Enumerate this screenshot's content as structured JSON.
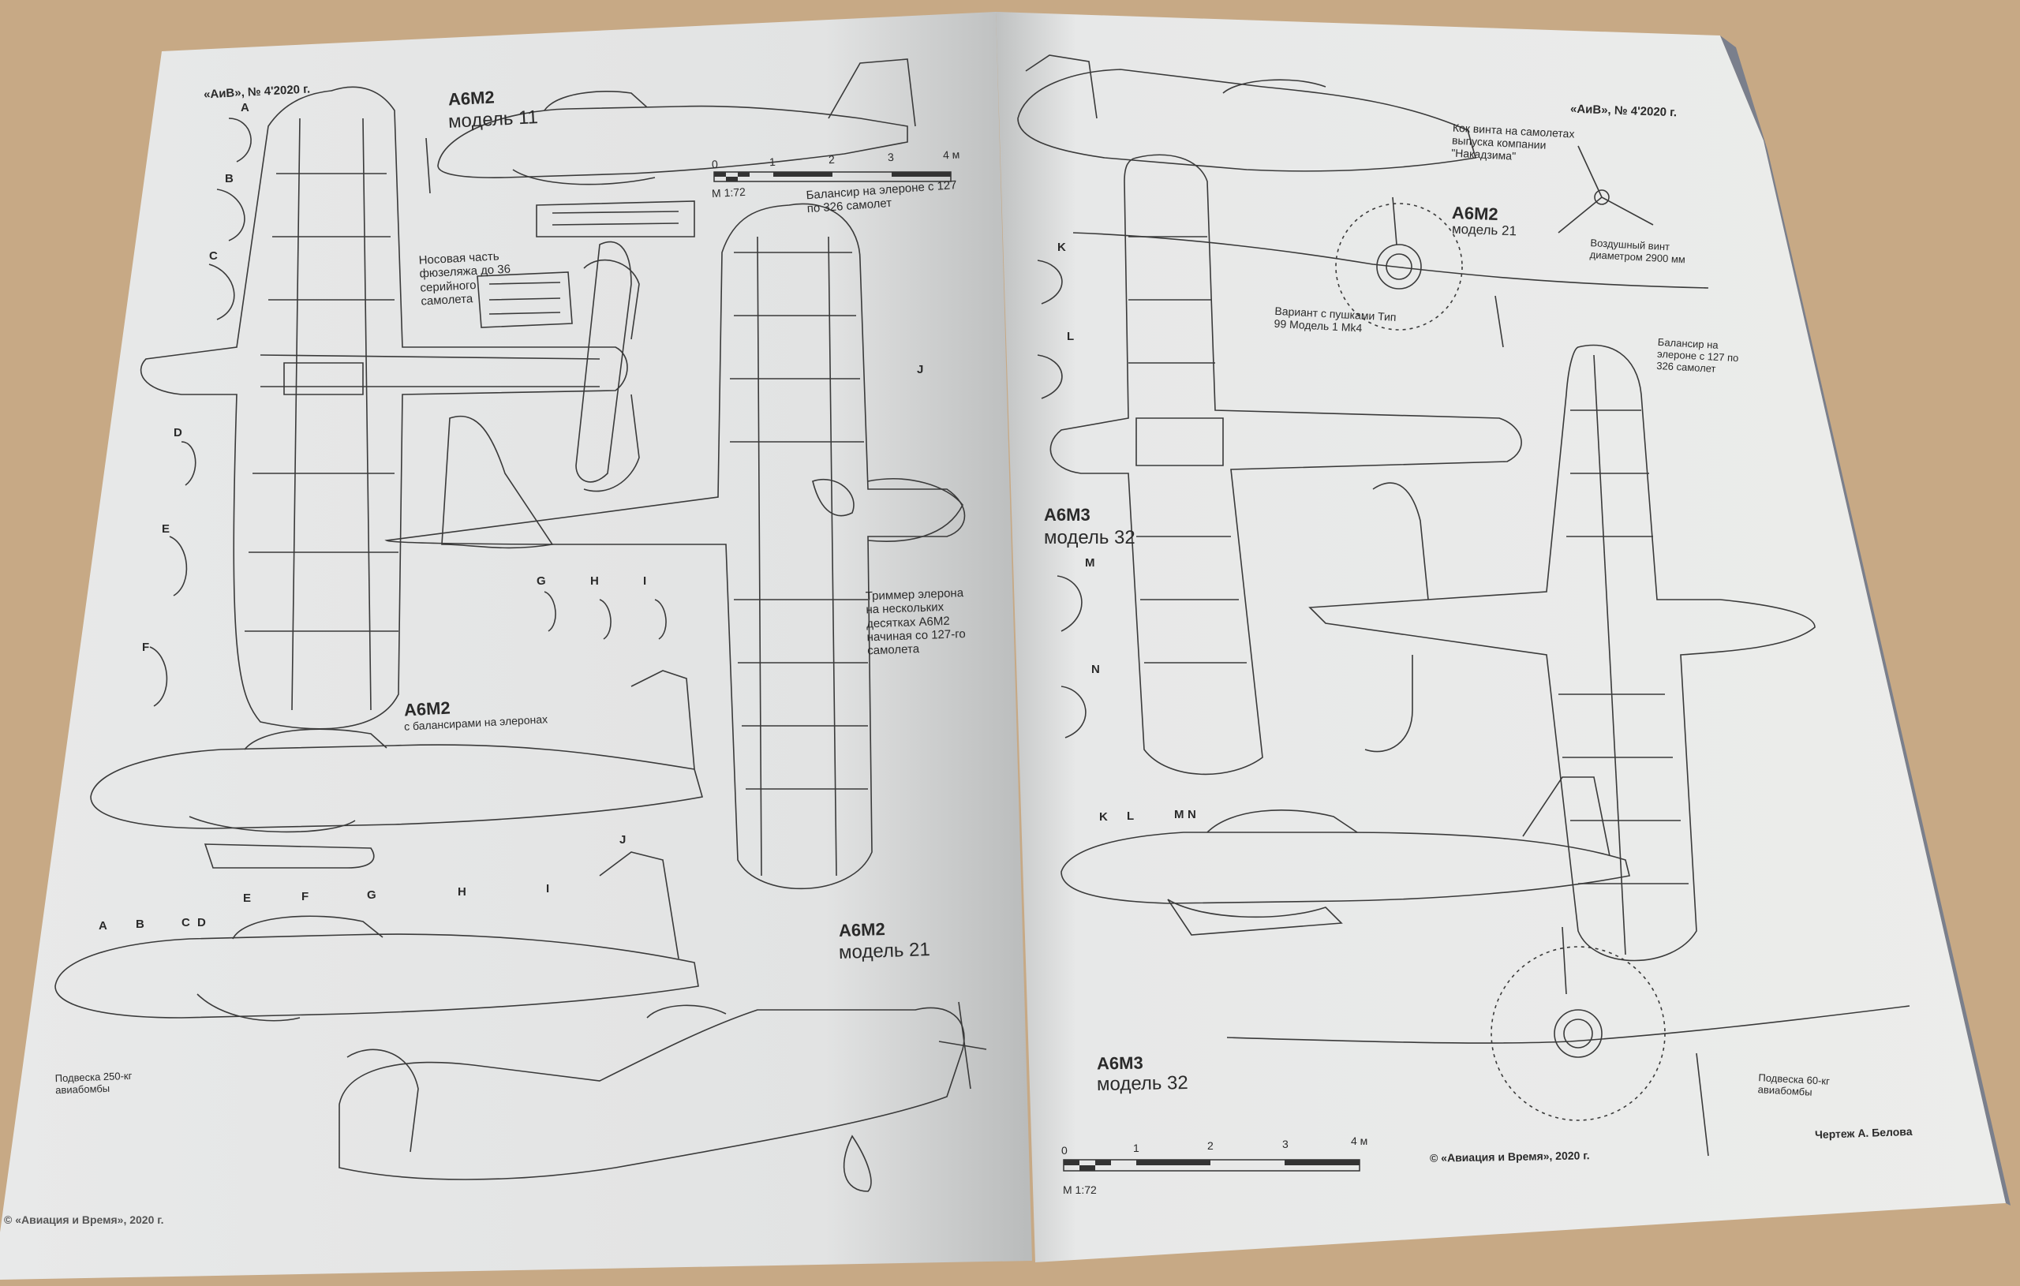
{
  "left_page": {
    "header": "«АиВ», № 4'2020 г.",
    "titles": [
      {
        "code": "A6M2",
        "sub": "модель 11"
      },
      {
        "code": "A6M2",
        "sub": "с балансирами на элеронах"
      },
      {
        "code": "A6M2",
        "sub": "модель 21"
      }
    ],
    "scale": {
      "ticks": [
        "0",
        "1",
        "2",
        "3",
        "4 м"
      ],
      "label": "М 1:72"
    },
    "notes": {
      "aileron_balance": "Балансир на элероне с 127 по 326 самолет",
      "nose_section": "Носовая часть фюзеляжа до 36 серийного самолета",
      "aileron_trim": "Триммер элерона на нескольких десятках A6M2 начиная со 127-го самолета",
      "bomb_250": "Подвеска 250-кг авиабомбы"
    },
    "section_letters": [
      "A",
      "B",
      "C",
      "D",
      "E",
      "F",
      "G",
      "H",
      "I",
      "J"
    ],
    "station_labels": [
      "A",
      "B",
      "C",
      "D",
      "E",
      "F",
      "G",
      "H",
      "I",
      "J"
    ],
    "footer": "© «Авиация и Время», 2020 г."
  },
  "right_page": {
    "header": "«АиВ», № 4'2020 г.",
    "titles": [
      {
        "code": "A6M2",
        "sub": "модель 21"
      },
      {
        "code": "A6M3",
        "sub": "модель 32"
      },
      {
        "code": "A6M3",
        "sub": "модель 32"
      }
    ],
    "notes": {
      "spinner": "Кок винта на самолетах выпуска компании \"Накадзима\"",
      "propeller": "Воздушный винт диаметром 2900 мм",
      "cannon_variant": "Вариант с пушками Тип 99 Модель 1 Mk4",
      "aileron_balance": "Балансир на элероне с 127 по 326 самолет",
      "bomb_60": "Подвеска 60-кг авиабомбы"
    },
    "section_letters": [
      "K",
      "L",
      "M",
      "N"
    ],
    "station_labels": [
      "K",
      "L",
      "M",
      "N"
    ],
    "scale": {
      "ticks": [
        "0",
        "1",
        "2",
        "3",
        "4 м"
      ],
      "label": "М 1:72"
    },
    "footer": "© «Авиация и Время», 2020 г.",
    "author": "Чертеж А. Белова"
  },
  "colors": {
    "background": "#c9ab88",
    "page": "#eceded",
    "ink": "#333333"
  }
}
